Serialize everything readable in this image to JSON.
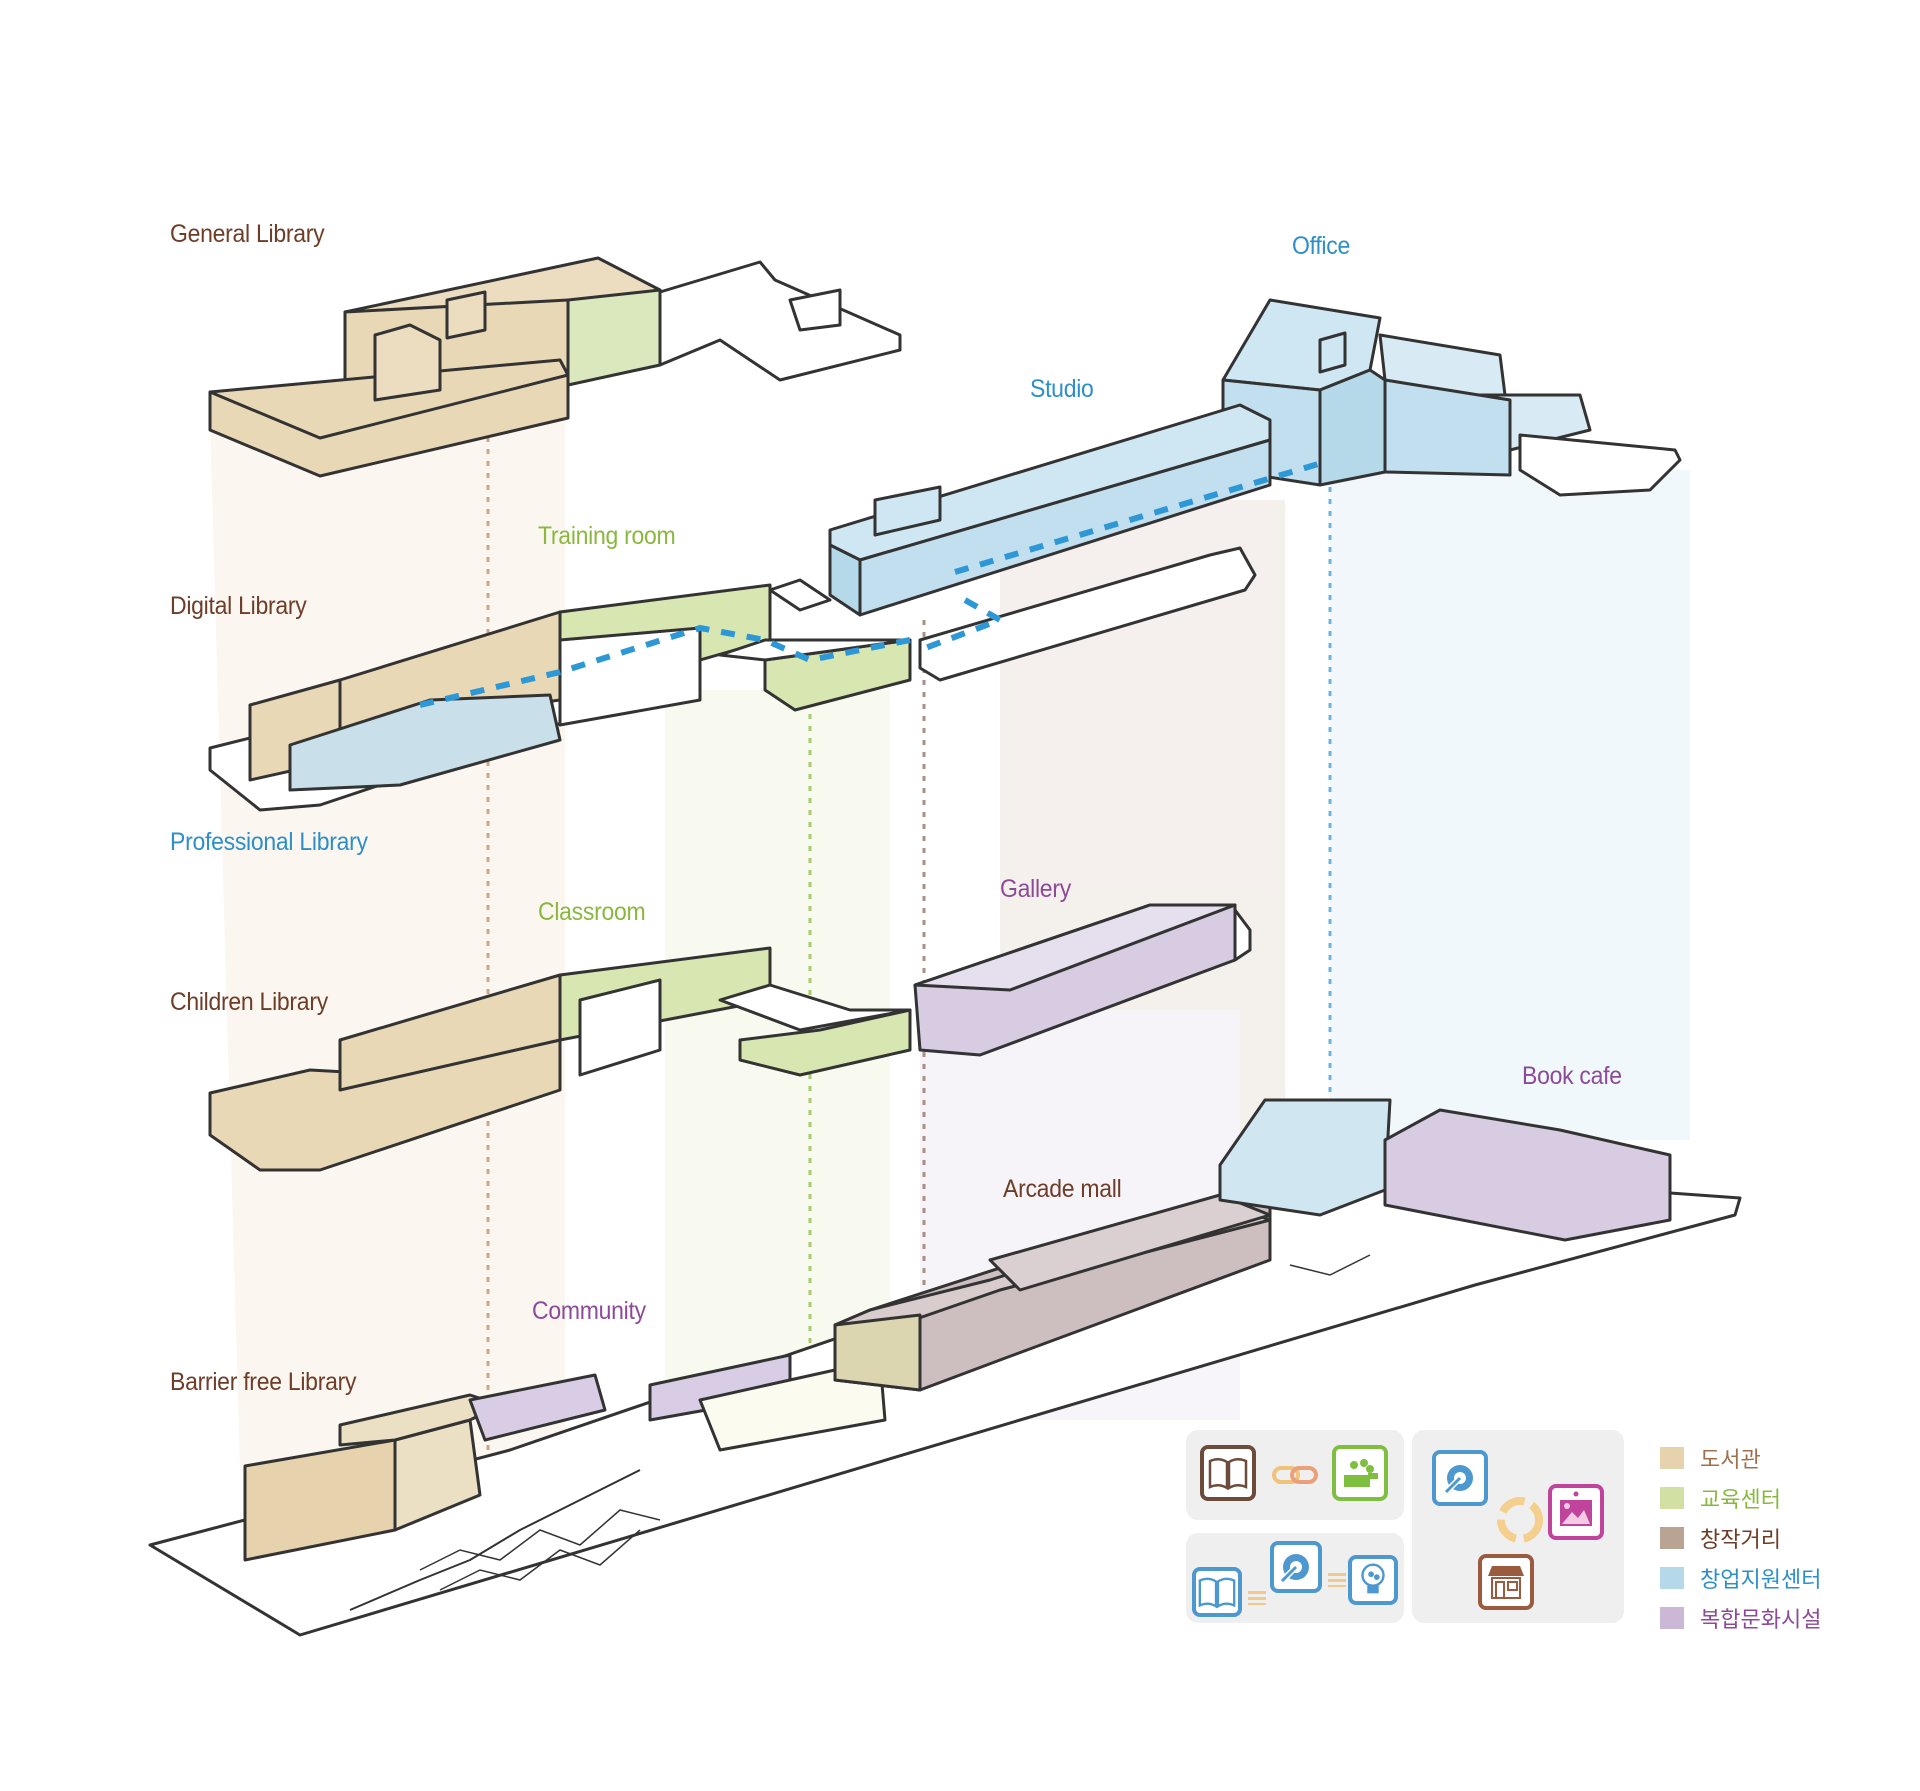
{
  "title": "Exploded axonometric diagram of library and cultural complex",
  "colors": {
    "library": "#e6d3ad",
    "education": "#d2e1a3",
    "creative_street": "#b9a393",
    "startup_center": "#b6d9ea",
    "culture": "#cbb8d6",
    "outline": "#333333"
  },
  "labels": {
    "general_library": "General Library",
    "office": "Office",
    "studio": "Studio",
    "training_room": "Training room",
    "digital_library": "Digital Library",
    "professional_library": "Professional Library",
    "classroom": "Classroom",
    "gallery": "Gallery",
    "children_library": "Children Library",
    "book_cafe": "Book cafe",
    "arcade_mall": "Arcade mall",
    "community": "Community",
    "barrier_free_library": "Barrier free Library"
  },
  "legend": {
    "items": [
      {
        "label": "도서관",
        "color": "#e6d3ad",
        "text_color": "#a0704e"
      },
      {
        "label": "교육센터",
        "color": "#d2e1a3",
        "text_color": "#8ab83f"
      },
      {
        "label": "창작거리",
        "color": "#b9a393",
        "text_color": "#6e3d28"
      },
      {
        "label": "창업지원센터",
        "color": "#b6d9ea",
        "text_color": "#2e8fc8"
      },
      {
        "label": "복합문화시설",
        "color": "#cbb8d6",
        "text_color": "#8c4a98"
      }
    ]
  },
  "icon_panels": [
    {
      "name": "library-education-link",
      "icons": [
        "book-icon",
        "chain-link-icon",
        "classroom-icon"
      ]
    },
    {
      "name": "library-startup-idea",
      "icons": [
        "book-icon",
        "gear-wrench-icon",
        "lightbulb-icon"
      ]
    },
    {
      "name": "startup-culture-cycle",
      "icons": [
        "gear-wrench-icon",
        "cycle-arrows-icon",
        "picture-frame-icon",
        "storefront-icon"
      ]
    }
  ]
}
